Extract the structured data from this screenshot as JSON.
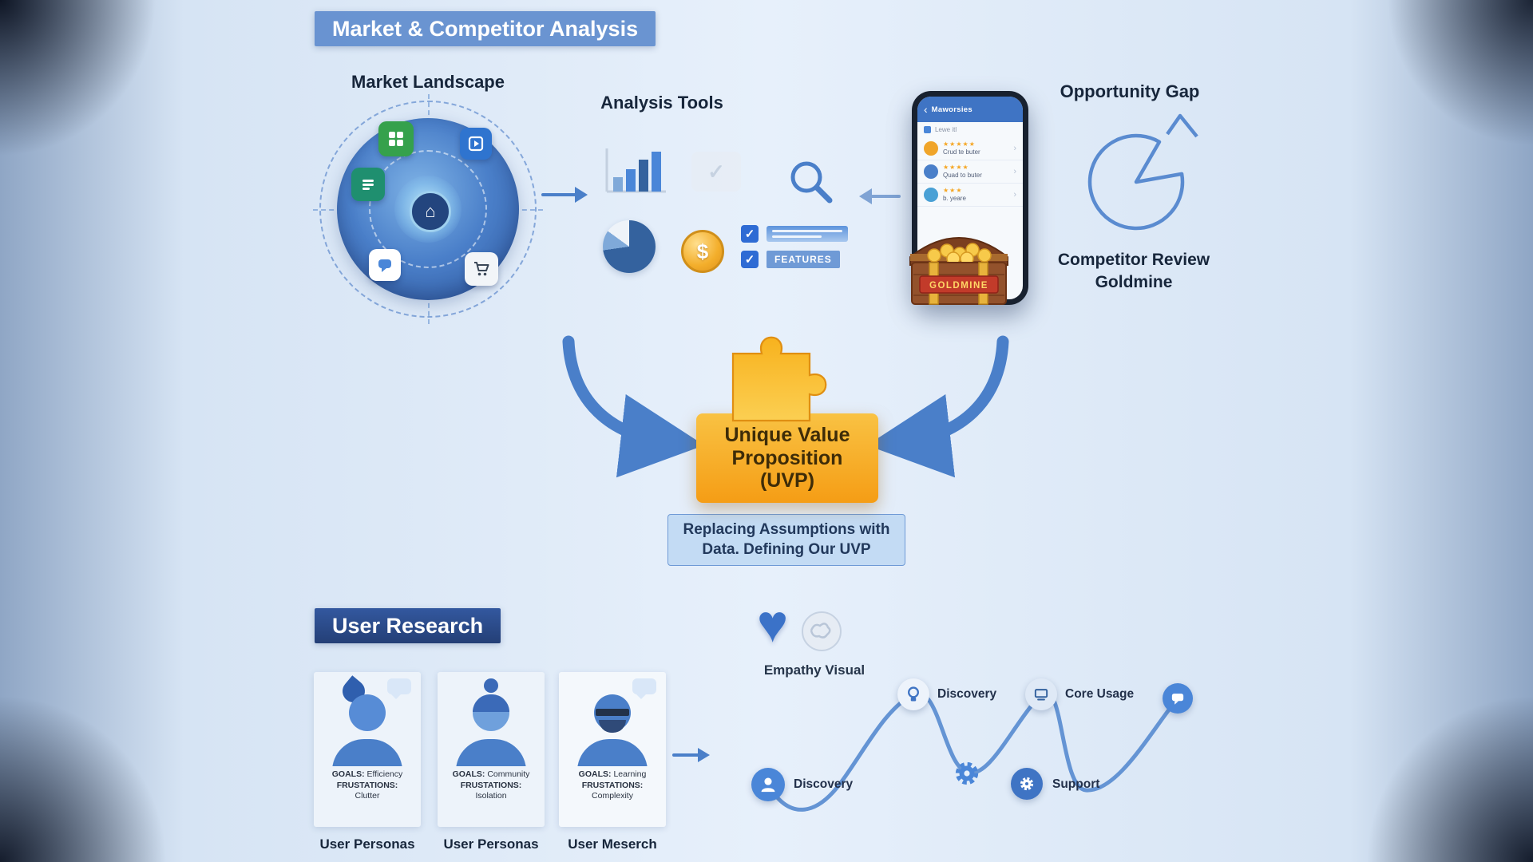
{
  "colors": {
    "accent_blue": "#4a7fc9",
    "dark_blue": "#2d4f8a",
    "gold": "#f5a623",
    "banner_blue": "#6f9ad6"
  },
  "icons": {
    "check": "✓",
    "house": "⌂",
    "heart": "♥",
    "back_chevron": "‹",
    "forward_chevron": "›"
  },
  "titles": {
    "market": "Market & Competitor Analysis",
    "user_research": "User Research"
  },
  "market_landscape": {
    "label": "Market Landscape"
  },
  "analysis_tools": {
    "label": "Analysis Tools",
    "features_tag": "FEATURES"
  },
  "phone": {
    "title": "Maworsies",
    "subheader": "Lewe itl",
    "rows": [
      {
        "stars": "★★★★★",
        "text": "Crud te buter"
      },
      {
        "stars": "★★★★",
        "text": "Quad to buter"
      },
      {
        "stars": "★★★",
        "text": "b. yeare"
      }
    ],
    "chest_label": "GOLDMINE"
  },
  "opportunity": {
    "label": "Opportunity Gap",
    "caption": "Competitor Review Goldmine"
  },
  "uvp": {
    "line1": "Unique Value",
    "line2": "Proposition",
    "line3": "(UVP)",
    "caption": "Replacing Assumptions with Data. Defining Our UVP"
  },
  "empathy": {
    "label": "Empathy Visual"
  },
  "personas": [
    {
      "goals_label": "GOALS:",
      "goals": "Efficiency",
      "frustrations_label": "FRUSTATIONS:",
      "frustrations": "Clutter",
      "caption": "User Personas"
    },
    {
      "goals_label": "GOALS:",
      "goals": "Community",
      "frustrations_label": "FRUSTATIONS:",
      "frustrations": "Isolation",
      "caption": "User Personas"
    },
    {
      "goals_label": "GOALS:",
      "goals": "Learning",
      "frustrations_label": "FRUSTATIONS:",
      "frustrations": "Complexity",
      "caption": "User Meserch"
    }
  ],
  "journey": {
    "n1": "Discovery",
    "n2": "Discovery",
    "n3": "Core Usage",
    "n4": "Support"
  }
}
